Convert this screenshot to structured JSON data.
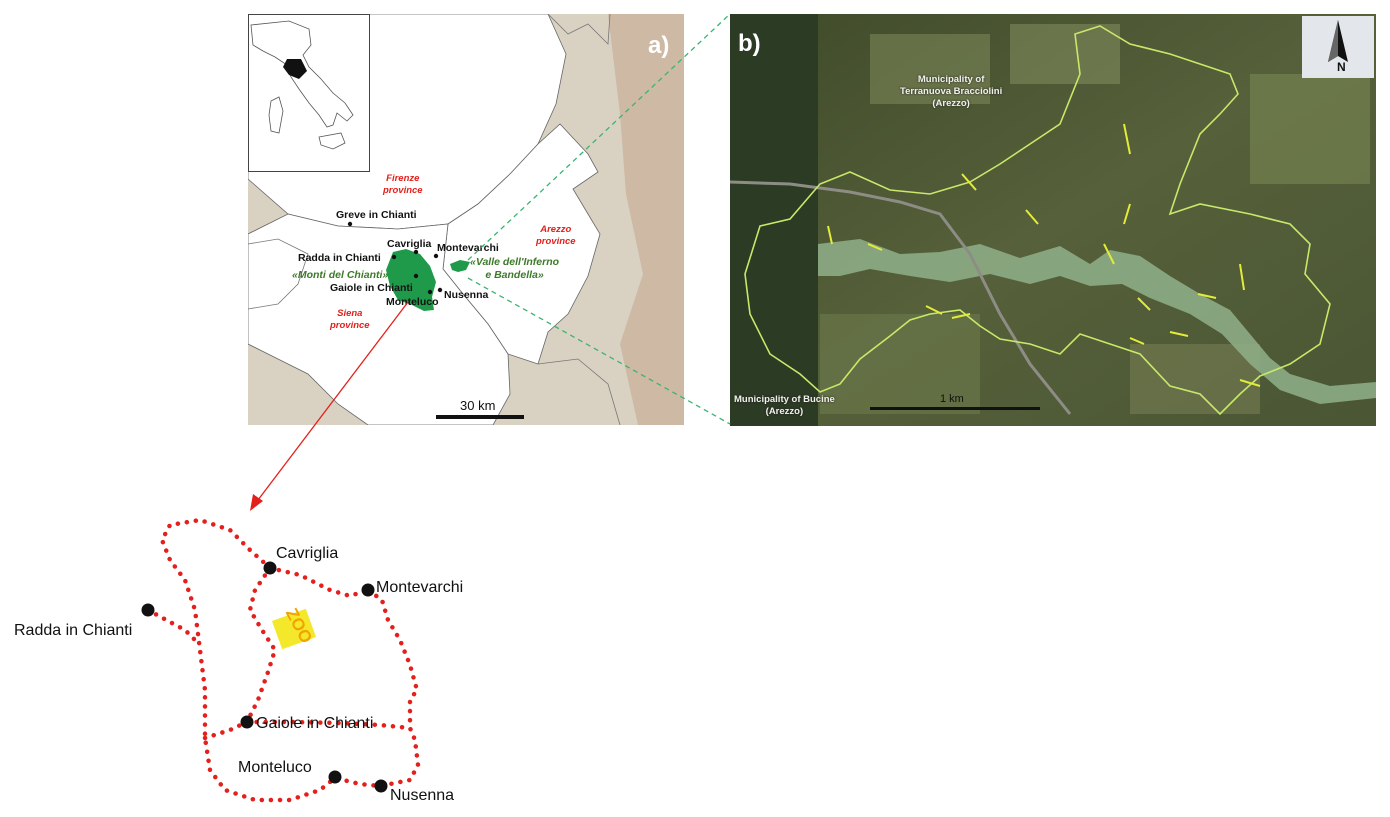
{
  "panel_a": {
    "letter": "a)",
    "provinces": {
      "firenze": [
        "Firenze",
        "province"
      ],
      "arezzo": [
        "Arezzo",
        "province"
      ],
      "siena": [
        "Siena",
        "province"
      ]
    },
    "towns": {
      "greve": "Greve in Chianti",
      "cavriglia": "Cavriglia",
      "montevarchi": "Montevarchi",
      "radda": "Radda in Chianti",
      "gaiole": "Gaiole in Chianti",
      "monteluco": "Monteluco",
      "nusenna": "Nusenna"
    },
    "areas": {
      "monti": "«Monti del Chianti»",
      "valle": [
        "«Valle dell'Inferno",
        "e Bandella»"
      ]
    },
    "scalebar": "30 km"
  },
  "panel_b": {
    "letter": "b)",
    "north": "N",
    "municipality_top": [
      "Municipality of",
      "Terranuova Bracciolini",
      "(Arezzo)"
    ],
    "municipality_bottom": [
      "Municipality of Bucine",
      "(Arezzo)"
    ],
    "scalebar": "1 km"
  },
  "panel_c": {
    "towns": {
      "cavriglia": "Cavriglia",
      "montevarchi": "Montevarchi",
      "radda": "Radda in Chianti",
      "gaiole": "Gaiole in Chianti",
      "monteluco": "Monteluco",
      "nusenna": "Nusenna"
    },
    "zoo": "ZOO"
  },
  "colors": {
    "green_area": "#1f9a4a",
    "route": "#e3201b",
    "boundary": "#c8e86a",
    "arrow": "#e3201b",
    "leader": "#3cb371"
  }
}
